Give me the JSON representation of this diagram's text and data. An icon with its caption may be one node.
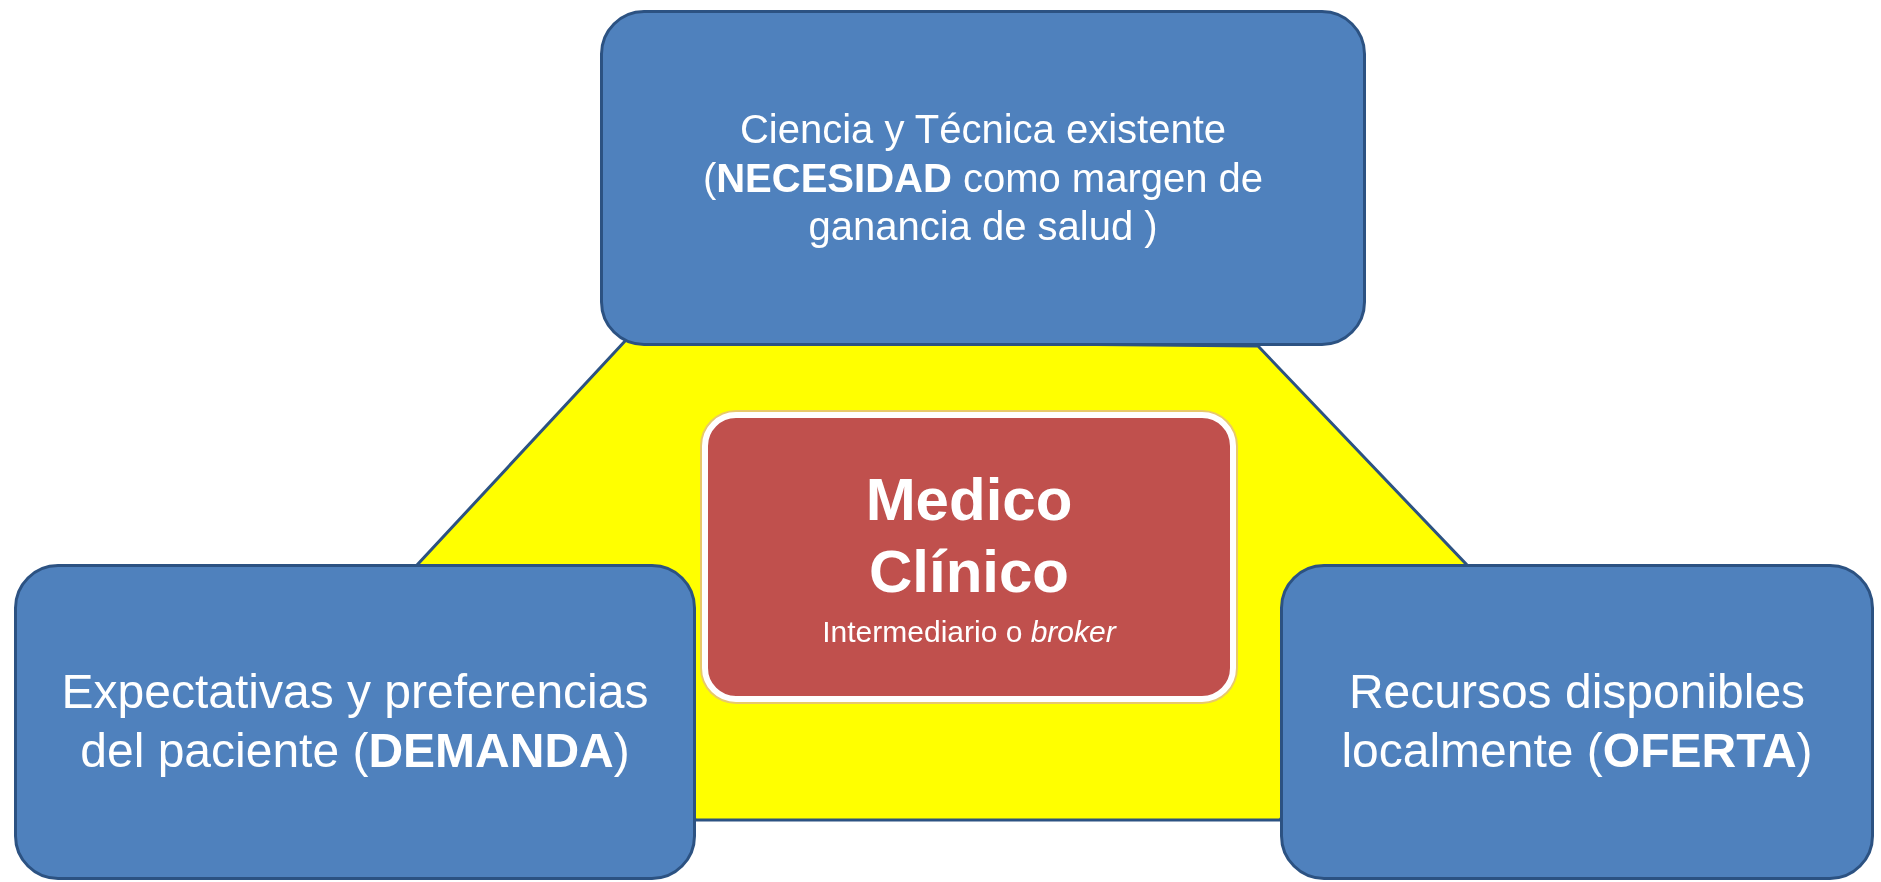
{
  "diagram": {
    "nodes": [
      {
        "text": [
          "Ciencia y Técnica existente (**NECESIDAD** como margen de ganancia de salud )"
        ]
      },
      {
        "text": [
          "Medico Clínico",
          "Intermediario o *broker*"
        ]
      },
      {
        "text": [
          "Expectativas y preferencias del paciente (**DEMANDA**)"
        ]
      },
      {
        "text": [
          "Recursos disponibles localmente (**OFERTA**)"
        ]
      }
    ]
  }
}
